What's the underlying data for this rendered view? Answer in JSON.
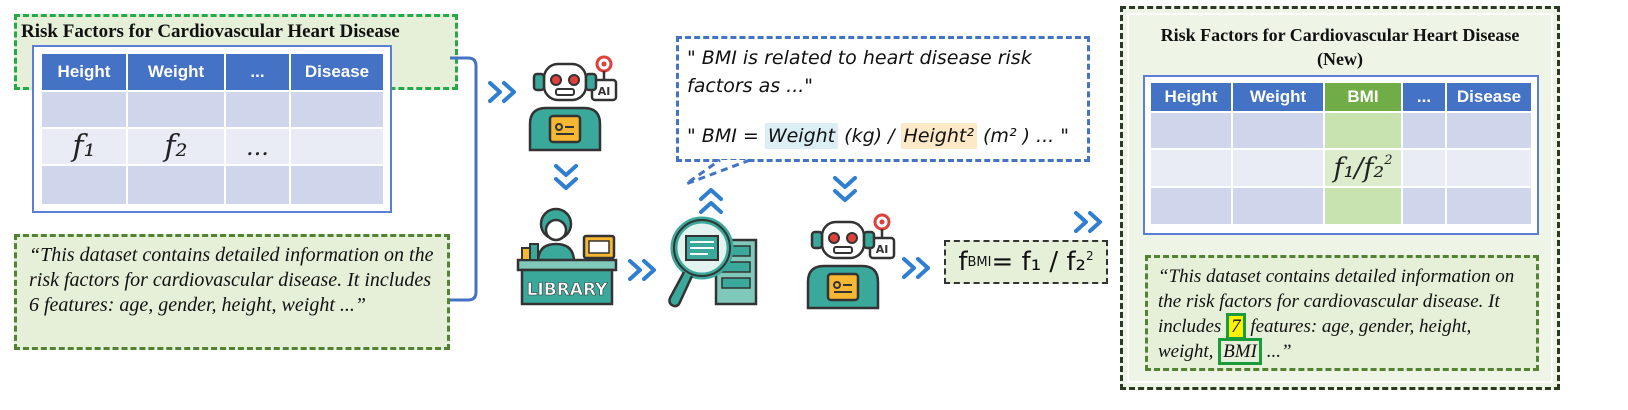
{
  "left_panel": {
    "title": "Risk Factors for Cardiovascular Heart Disease",
    "table": {
      "headers": [
        "Height",
        "Weight",
        "...",
        "Disease"
      ],
      "feature_row": [
        "f₁",
        "f₂",
        "...",
        ""
      ]
    },
    "description": "“This dataset contains detailed information on the risk factors for cardiovascular disease. It includes 6 features: age, gender, height, weight ...”"
  },
  "center": {
    "library_label": "LIBRARY",
    "robot_badge": "AI",
    "quote_line1": "\" BMI is related to heart disease risk",
    "quote_line2": "factors as ...\"",
    "quote_prefix": "\" BMI = ",
    "quote_weight": "Weight",
    "quote_weight_unit": " (kg) / ",
    "quote_height": "Height²",
    "quote_suffix": "  (m² ) ... \"",
    "formula_lhs": "f",
    "formula_sub": "BMI",
    "formula_rhs": " = f₁ / f₂",
    "formula_sup": "2"
  },
  "right_panel": {
    "title_line1": "Risk Factors for Cardiovascular Heart Disease",
    "title_line2": "(New)",
    "table": {
      "headers": [
        "Height",
        "Weight",
        "BMI",
        "...",
        "Disease"
      ],
      "bmi_value": "f₁/f₂",
      "bmi_sup": "2"
    },
    "desc_part1": "“This dataset contains detailed information on the risk factors for cardiovascular disease. It includes ",
    "desc_highlight_count": "7",
    "desc_part2": " features: age, gender, height, weight, ",
    "desc_highlight_feature": "BMI",
    "desc_part3": " ...”"
  },
  "colors": {
    "header_blue": "#4472c4",
    "header_green": "#70ad47",
    "arrow_blue": "#2f7fd0",
    "robot_teal": "#3aa89a",
    "robot_orange": "#f7b733"
  }
}
